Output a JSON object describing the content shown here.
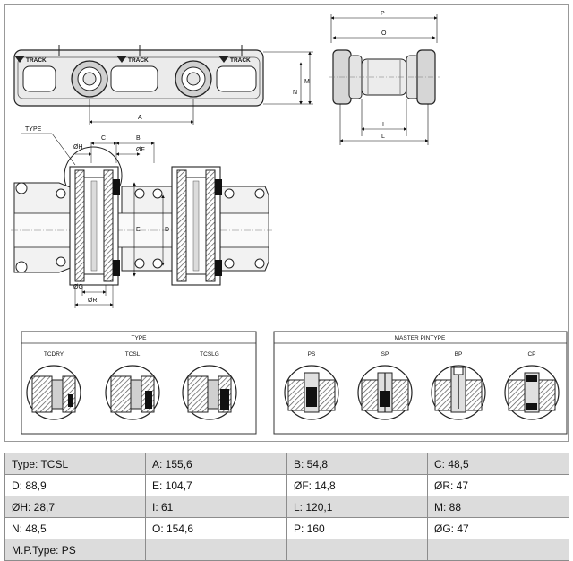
{
  "drawing": {
    "brand": "TRACK",
    "dims": {
      "A": "A",
      "P": "P",
      "O": "O",
      "M": "M",
      "N": "N",
      "I": "I",
      "L": "L",
      "C": "C",
      "B": "B",
      "E": "E",
      "D": "D",
      "OH": "ØH",
      "OF": "ØF",
      "OG": "ØG",
      "OR": "ØR"
    },
    "type_label": "TYPE",
    "type_panel": {
      "title": "TYPE",
      "items": [
        "TCDRY",
        "TCSL",
        "TCSLG"
      ]
    },
    "master_panel": {
      "title": "MASTER PINTYPE",
      "items": [
        "PS",
        "SP",
        "BP",
        "CP"
      ]
    }
  },
  "spec_table": {
    "rows": [
      [
        "Type: TCSL",
        "A: 155,6",
        "B: 54,8",
        "C: 48,5"
      ],
      [
        "D: 88,9",
        "E: 104,7",
        "ØF: 14,8",
        "ØR: 47"
      ],
      [
        "ØH: 28,7",
        "I: 61",
        "L: 120,1",
        "M: 88"
      ],
      [
        "N: 48,5",
        "O: 154,6",
        "P: 160",
        "ØG: 47"
      ],
      [
        "M.P.Type: PS",
        "",
        "",
        ""
      ]
    ]
  },
  "colors": {
    "steel": "#cfcfcf",
    "hatch": "#555555",
    "dark": "#1a1a1a",
    "row_shade": "#dcdcdc"
  }
}
